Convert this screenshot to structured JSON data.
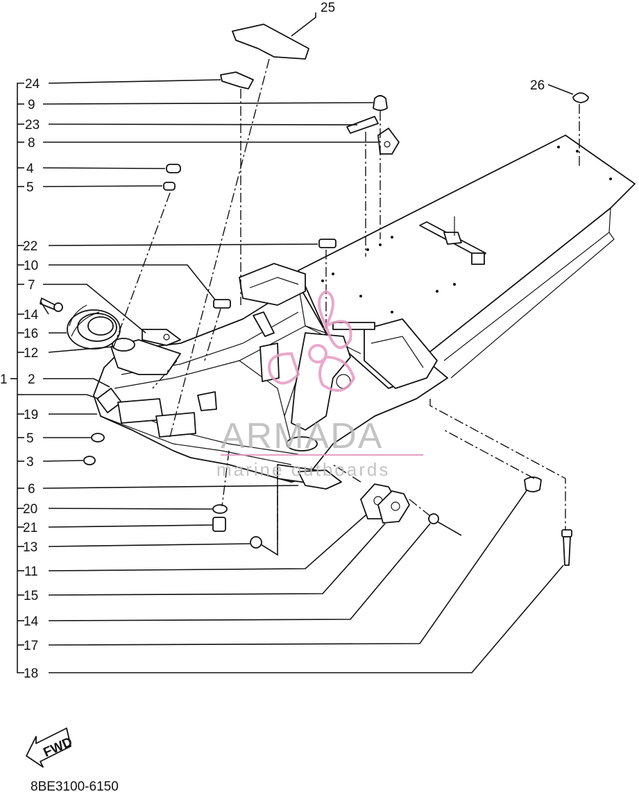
{
  "callouts": [
    {
      "id": "c25",
      "text": "25"
    },
    {
      "id": "c24",
      "text": "24"
    },
    {
      "id": "c9",
      "text": "9"
    },
    {
      "id": "c23",
      "text": "23"
    },
    {
      "id": "c8",
      "text": "8"
    },
    {
      "id": "c4",
      "text": "4"
    },
    {
      "id": "c5a",
      "text": "5"
    },
    {
      "id": "c22",
      "text": "22"
    },
    {
      "id": "c10",
      "text": "10"
    },
    {
      "id": "c7",
      "text": "7"
    },
    {
      "id": "c14a",
      "text": "14"
    },
    {
      "id": "c16",
      "text": "16"
    },
    {
      "id": "c12",
      "text": "12"
    },
    {
      "id": "c1",
      "text": "1"
    },
    {
      "id": "c2",
      "text": "2"
    },
    {
      "id": "c19",
      "text": "19"
    },
    {
      "id": "c5b",
      "text": "5"
    },
    {
      "id": "c3",
      "text": "3"
    },
    {
      "id": "c6",
      "text": "6"
    },
    {
      "id": "c20",
      "text": "20"
    },
    {
      "id": "c21",
      "text": "21"
    },
    {
      "id": "c13",
      "text": "13"
    },
    {
      "id": "c11",
      "text": "11"
    },
    {
      "id": "c15",
      "text": "15"
    },
    {
      "id": "c14b",
      "text": "14"
    },
    {
      "id": "c17",
      "text": "17"
    },
    {
      "id": "c18",
      "text": "18"
    },
    {
      "id": "c26",
      "text": "26"
    }
  ],
  "fwd_label": "FWD",
  "diagram_code": "8BE3100-6150",
  "watermark": {
    "brand": "ARMADA",
    "tagline": "marine outboards",
    "color": "#e79ac3"
  }
}
